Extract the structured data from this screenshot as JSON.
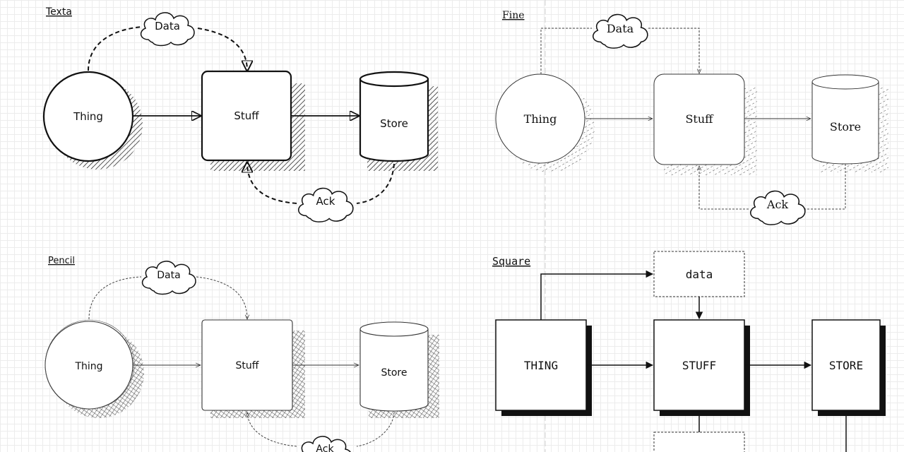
{
  "panels": {
    "texta": {
      "title": "Texta",
      "nodes": {
        "data": "Data",
        "thing": "Thing",
        "stuff": "Stuff",
        "store": "Store",
        "ack": "Ack"
      }
    },
    "fine": {
      "title": "Fine",
      "nodes": {
        "data": "Data",
        "thing": "Thing",
        "stuff": "Stuff",
        "store": "Store",
        "ack": "Ack"
      }
    },
    "pencil": {
      "title": "Pencil",
      "nodes": {
        "data": "Data",
        "thing": "Thing",
        "stuff": "Stuff",
        "store": "Store",
        "ack": "Ack"
      }
    },
    "square": {
      "title": "Square",
      "nodes": {
        "data": "data",
        "thing": "THING",
        "stuff": "STUFF",
        "store": "STORE"
      }
    }
  },
  "colors": {
    "ink": "#111111",
    "grid": "#ececec",
    "background": "#ffffff"
  }
}
